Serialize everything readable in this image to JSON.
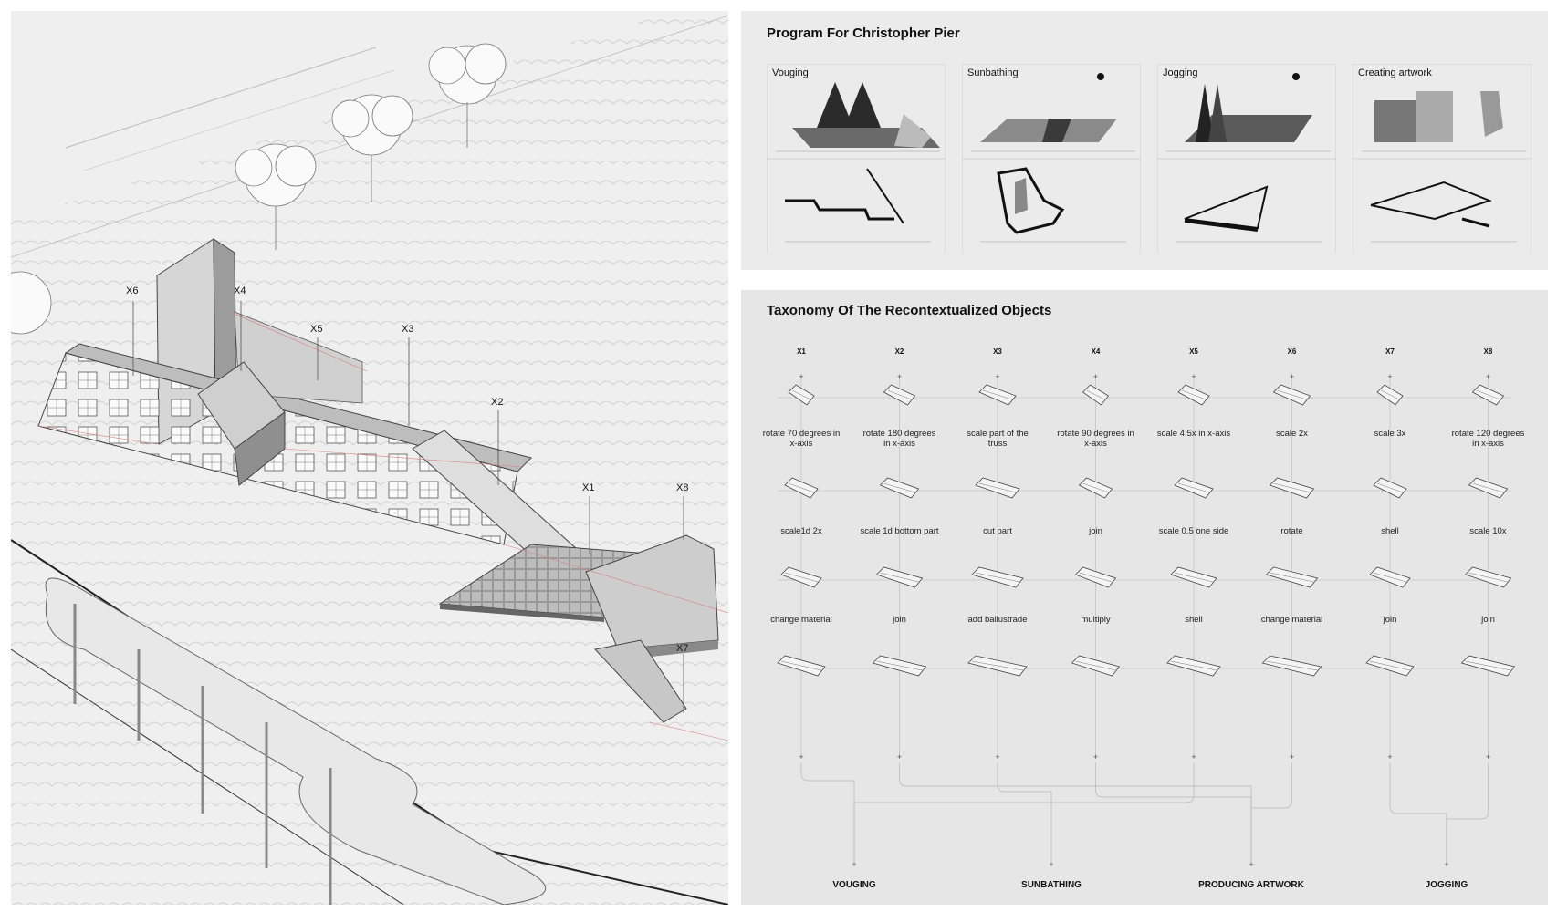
{
  "axon": {
    "labels": [
      "X6",
      "X4",
      "X5",
      "X3",
      "X2",
      "X1",
      "X8",
      "X7"
    ]
  },
  "program": {
    "title": "Program For Christopher Pier",
    "cards": [
      {
        "label": "Vouging"
      },
      {
        "label": "Sunbathing"
      },
      {
        "label": "Jogging"
      },
      {
        "label": "Creating artwork"
      }
    ]
  },
  "taxonomy": {
    "title": "Taxonomy Of The Recontextualized Objects",
    "columns": [
      {
        "id": "X1",
        "steps": [
          "rotate 70 degrees in x-axis",
          "scale1d 2x",
          "change material"
        ]
      },
      {
        "id": "X2",
        "steps": [
          "rotate 180 degrees in x-axis",
          "scale 1d bottom part",
          "join"
        ]
      },
      {
        "id": "X3",
        "steps": [
          "scale part of the truss",
          "cut part",
          "add ballustrade"
        ]
      },
      {
        "id": "X4",
        "steps": [
          "rotate 90 degrees in x-axis",
          "join",
          "multiply"
        ]
      },
      {
        "id": "X5",
        "steps": [
          "scale 4.5x in x-axis",
          "scale 0.5 one side",
          "shell"
        ]
      },
      {
        "id": "X6",
        "steps": [
          "scale 2x",
          "rotate",
          "change material"
        ]
      },
      {
        "id": "X7",
        "steps": [
          "scale 3x",
          "shell",
          "join"
        ]
      },
      {
        "id": "X8",
        "steps": [
          "rotate 120 degrees in x-axis",
          "scale 10x",
          "join"
        ]
      }
    ],
    "programs": [
      "VOUGING",
      "SUNBATHING",
      "PRODUCING ARTWORK",
      "JOGGING"
    ]
  }
}
